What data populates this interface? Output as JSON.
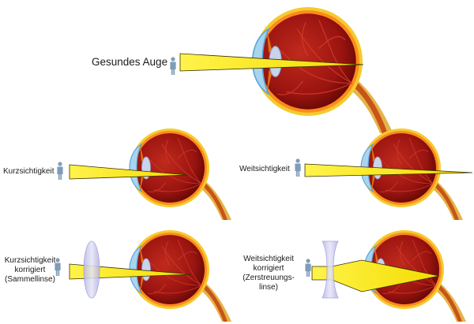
{
  "labels": {
    "healthy": "Gesundes Auge",
    "myopia": "Kurzsichtigkeit",
    "hyperopia": "Weitsichtigkeit",
    "myopia_corrected": [
      "Kurzsichtigkeit",
      "korrigiert",
      "(Sammellinse)"
    ],
    "hyperopia_corrected": [
      "Weitsichtigkeit",
      "korrigiert",
      "(Zerstreuungs-",
      "linse)"
    ]
  },
  "colors": {
    "beam": "#f5e400",
    "beam_edge": "#3a3000",
    "eyeball": "#9a1410",
    "eyeball_dark": "#5c0806",
    "retina_layer": "#ff8a1c",
    "sclera_layer": "#f2cc2e",
    "cornea": "#a9d4ef",
    "cornea_edge": "#5da5d6",
    "lens": "#c9d3ea",
    "person_icon": "#7f9cb8",
    "optic_nerve_outer": "#e4b44a",
    "optic_nerve_inner": "#c85418",
    "correction_lens": "#c7c6ec"
  },
  "icons": [
    "person-icon",
    "eye-icon",
    "convex-lens-icon",
    "concave-lens-icon"
  ]
}
